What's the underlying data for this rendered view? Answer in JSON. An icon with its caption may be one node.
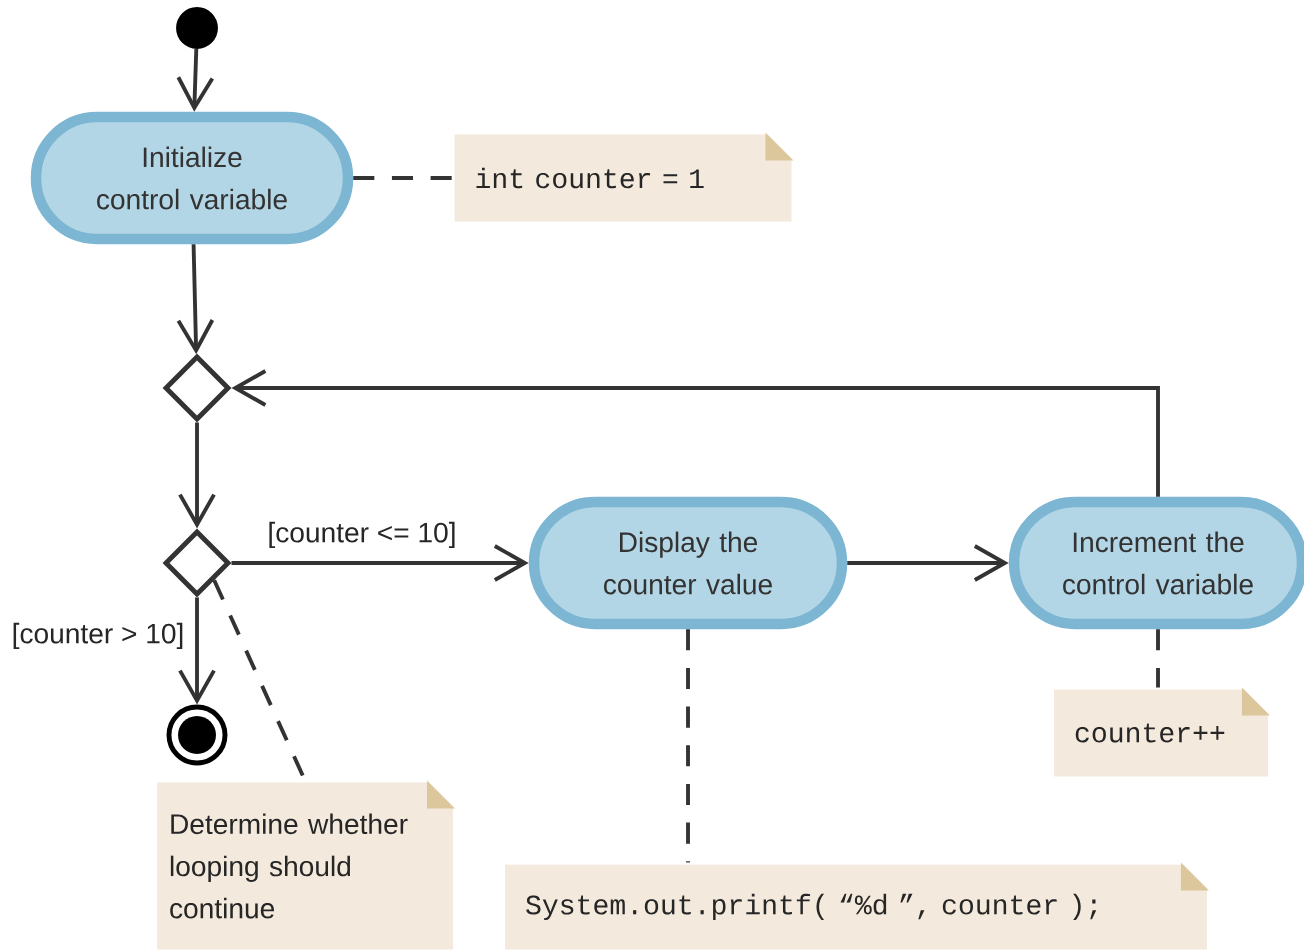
{
  "diagram": {
    "nodes": [
      {
        "text": [],
        "shape": "circle"
      },
      {
        "text": [
          "Initialize control variable"
        ]
      },
      {
        "text": [
          "int counter = 1"
        ]
      },
      {
        "text": [],
        "shape": "diamond"
      },
      {
        "text": [],
        "shape": "diamond"
      },
      {
        "text": [
          "Display the counter value"
        ]
      },
      {
        "text": [
          "Increment the control variable"
        ]
      },
      {
        "text": [],
        "shape": "circle"
      },
      {
        "text": [
          "Determine whether looping should continue"
        ]
      },
      {
        "text": [
          "counter++"
        ]
      },
      {
        "text": [
          "System.out.printf( “%d ”, counter );"
        ]
      }
    ],
    "edges": [
      {
        "from": 0,
        "to": 1,
        "arrow": "to"
      },
      {
        "from": 1,
        "to": 2,
        "arrow": "none",
        "style": "dashed"
      },
      {
        "from": 1,
        "to": 3,
        "arrow": "to"
      },
      {
        "from": 3,
        "to": 4,
        "arrow": "to"
      },
      {
        "from": 4,
        "to": 5,
        "arrow": "to",
        "label": "[counter <= 10]"
      },
      {
        "from": 4,
        "to": 7,
        "arrow": "to",
        "label": "[counter > 10]"
      },
      {
        "from": 5,
        "to": 6,
        "arrow": "to"
      },
      {
        "from": 6,
        "to": 3,
        "arrow": "to"
      },
      {
        "from": 4,
        "to": 8,
        "arrow": "none",
        "style": "dashed"
      },
      {
        "from": 5,
        "to": 10,
        "arrow": "none",
        "style": "dashed"
      },
      {
        "from": 6,
        "to": 9,
        "arrow": "none",
        "style": "dashed"
      }
    ]
  }
}
